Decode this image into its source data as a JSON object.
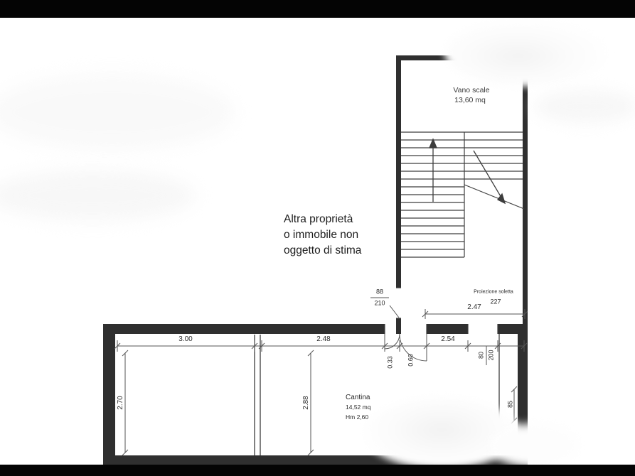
{
  "plan": {
    "stairwell": {
      "label": "Vano scale",
      "area": "13,60 mq"
    },
    "note": {
      "line1": "Altra proprietà",
      "line2": "o immobile non",
      "line3": "oggetto di stima"
    },
    "doors": {
      "door1_width": "88",
      "door1_height": "210",
      "door2_width": "80",
      "door2_height": "200"
    },
    "soletta": {
      "label": "Proiezione soletta",
      "value": "227"
    },
    "cantina": {
      "label": "Cantina",
      "area": "14,52 mq",
      "height": "Hm 2,60"
    },
    "dims": {
      "w1": "3.00",
      "w2": "2.48",
      "w3": "0.33",
      "w4": "0.60",
      "w5": "2.54",
      "w6": "2.47",
      "h1": "2.70",
      "h2": "2.88",
      "h3": "85"
    }
  },
  "colors": {
    "wall": "#2f2f2f",
    "line": "#555555",
    "text": "#1f1f1f"
  }
}
